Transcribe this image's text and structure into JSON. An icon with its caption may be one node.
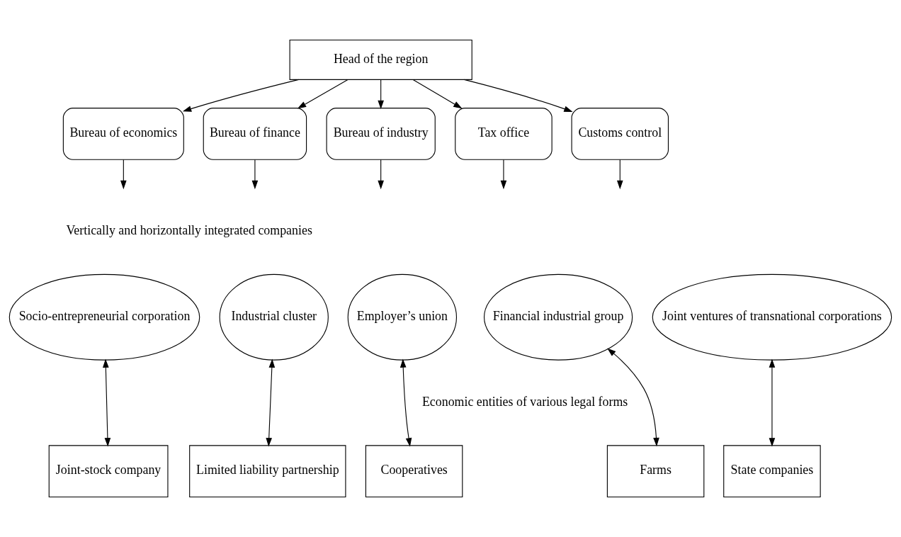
{
  "diagram": {
    "nodes": [
      {
        "text": [
          "Head of the region"
        ]
      },
      {
        "text": [
          "Bureau of economics"
        ]
      },
      {
        "text": [
          "Bureau of finance"
        ]
      },
      {
        "text": [
          "Bureau of industry"
        ]
      },
      {
        "text": [
          "Tax office"
        ]
      },
      {
        "text": [
          "Customs control"
        ]
      },
      {
        "text": [
          "Socio-entrepreneurial corporation"
        ]
      },
      {
        "text": [
          "Industrial cluster"
        ]
      },
      {
        "text": [
          "Employer’s union"
        ]
      },
      {
        "text": [
          "Financial industrial group"
        ]
      },
      {
        "text": [
          "Joint ventures of transnational corporations"
        ]
      },
      {
        "text": [
          "Joint-stock company"
        ]
      },
      {
        "text": [
          "Limited liability partnership"
        ]
      },
      {
        "text": [
          "Cooperatives"
        ]
      },
      {
        "text": [
          "Farms"
        ]
      },
      {
        "text": [
          "State companies"
        ]
      }
    ],
    "edges": [
      {
        "from": 0,
        "to": 1,
        "arrow": "to"
      },
      {
        "from": 0,
        "to": 2,
        "arrow": "to"
      },
      {
        "from": 0,
        "to": 3,
        "arrow": "to"
      },
      {
        "from": 0,
        "to": 4,
        "arrow": "to"
      },
      {
        "from": 0,
        "to": 5,
        "arrow": "to"
      },
      {
        "from": 1,
        "to": null,
        "arrow": "to"
      },
      {
        "from": 2,
        "to": null,
        "arrow": "to"
      },
      {
        "from": 3,
        "to": null,
        "arrow": "to"
      },
      {
        "from": 4,
        "to": null,
        "arrow": "to"
      },
      {
        "from": 5,
        "to": null,
        "arrow": "to"
      },
      {
        "from": 6,
        "to": 11,
        "arrow": "both"
      },
      {
        "from": 7,
        "to": 12,
        "arrow": "both"
      },
      {
        "from": 8,
        "to": 13,
        "arrow": "both"
      },
      {
        "from": 9,
        "to": 14,
        "arrow": "both"
      },
      {
        "from": 10,
        "to": 15,
        "arrow": "both"
      }
    ],
    "labels": [
      "Vertically and horizontally integrated companies",
      "Economic entities of various legal forms"
    ]
  }
}
